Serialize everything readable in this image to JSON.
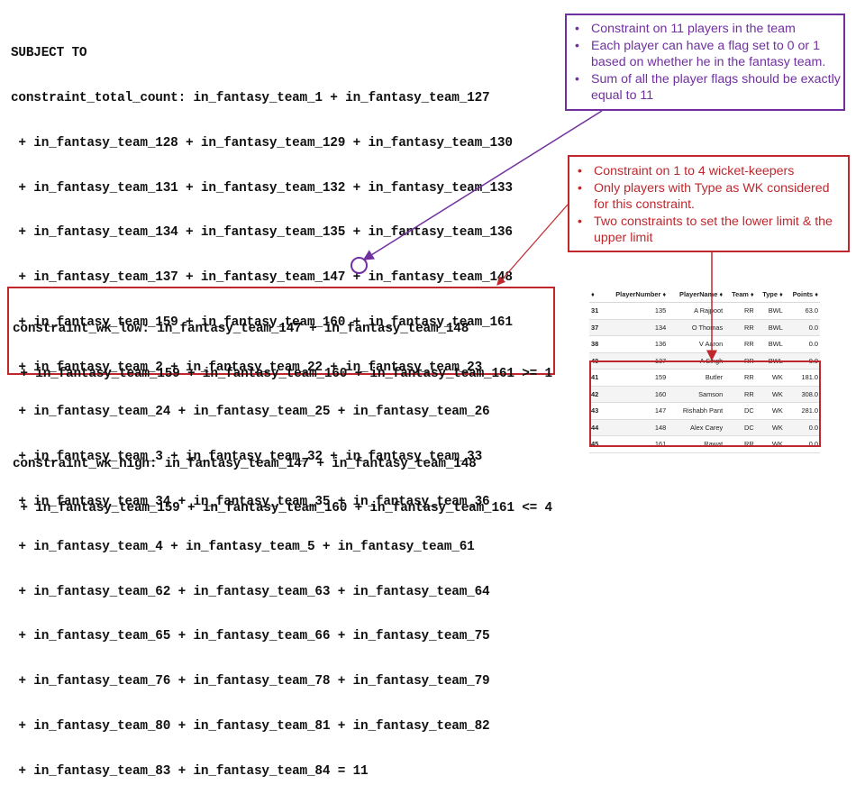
{
  "objective_code": [
    "SUBJECT TO",
    "constraint_total_count: in_fantasy_team_1 + in_fantasy_team_127",
    " + in_fantasy_team_128 + in_fantasy_team_129 + in_fantasy_team_130",
    " + in_fantasy_team_131 + in_fantasy_team_132 + in_fantasy_team_133",
    " + in_fantasy_team_134 + in_fantasy_team_135 + in_fantasy_team_136",
    " + in_fantasy_team_137 + in_fantasy_team_147 + in_fantasy_team_148",
    " + in_fantasy_team_159 + in_fantasy_team_160 + in_fantasy_team_161",
    " + in_fantasy_team_2 + in_fantasy_team_22 + in_fantasy_team_23",
    " + in_fantasy_team_24 + in_fantasy_team_25 + in_fantasy_team_26",
    " + in_fantasy_team_3 + in_fantasy_team_32 + in_fantasy_team_33",
    " + in_fantasy_team_34 + in_fantasy_team_35 + in_fantasy_team_36",
    " + in_fantasy_team_4 + in_fantasy_team_5 + in_fantasy_team_61",
    " + in_fantasy_team_62 + in_fantasy_team_63 + in_fantasy_team_64",
    " + in_fantasy_team_65 + in_fantasy_team_66 + in_fantasy_team_75",
    " + in_fantasy_team_76 + in_fantasy_team_78 + in_fantasy_team_79",
    " + in_fantasy_team_80 + in_fantasy_team_81 + in_fantasy_team_82",
    " + in_fantasy_team_83 + in_fantasy_team_84 = 11"
  ],
  "wk_code": [
    "constraint_wk_low: in_fantasy_team_147 + in_fantasy_team_148",
    " + in_fantasy_team_159 + in_fantasy_team_160 + in_fantasy_team_161 >= 1",
    "",
    "constraint_wk_high: in_fantasy_team_147 + in_fantasy_team_148",
    " + in_fantasy_team_159 + in_fantasy_team_160 + in_fantasy_team_161 <= 4"
  ],
  "purple_note": {
    "bullets": [
      "Constraint on 11 players in the team",
      "Each player can have a flag set to 0 or 1 based on whether he in the fantasy team.",
      "Sum of all the player flags should be exactly equal to 11"
    ],
    "color": "#7030a0"
  },
  "red_note": {
    "bullets": [
      "Constraint on 1 to 4 wicket-keepers",
      "Only players with Type as WK considered for this constraint.",
      "Two constraints to set the lower limit & the upper limit"
    ],
    "color": "#c0272d"
  },
  "table": {
    "headers": [
      "♦",
      "PlayerNumber ♦",
      "PlayerName ♦",
      "Team ♦",
      "Type ♦",
      "Points ♦"
    ],
    "rows": [
      [
        "31",
        "135",
        "A Rajpoot",
        "RR",
        "BWL",
        "63.0"
      ],
      [
        "37",
        "134",
        "O Thomas",
        "RR",
        "BWL",
        "0.0"
      ],
      [
        "38",
        "136",
        "V Aaron",
        "RR",
        "BWL",
        "0.0"
      ],
      [
        "40",
        "137",
        "A Singh",
        "RR",
        "BWL",
        "0.0"
      ],
      [
        "41",
        "159",
        "Butler",
        "RR",
        "WK",
        "181.0"
      ],
      [
        "42",
        "160",
        "Samson",
        "RR",
        "WK",
        "308.0"
      ],
      [
        "43",
        "147",
        "Rishabh Pant",
        "DC",
        "WK",
        "281.0"
      ],
      [
        "44",
        "148",
        "Alex Carey",
        "DC",
        "WK",
        "0.0"
      ],
      [
        "45",
        "161",
        "Rawat",
        "RR",
        "WK",
        "0.0"
      ]
    ]
  }
}
